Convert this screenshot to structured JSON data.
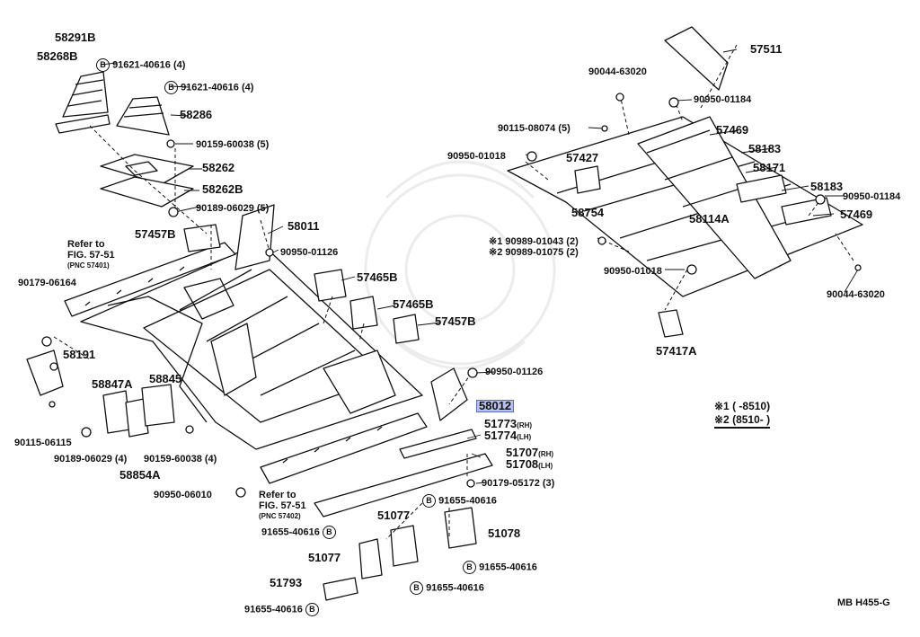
{
  "diagram": {
    "ref_code": "MB  H455-G",
    "bolt_marker": "B",
    "note_1_mark": "※1",
    "note_2_mark": "※2",
    "legend": [
      {
        "mark": "※1",
        "text": "(       -8510)"
      },
      {
        "mark": "※2",
        "text": "(8510-        )"
      }
    ],
    "refers": [
      {
        "line1": "Refer to",
        "line2": "FIG. 57-51",
        "line3": "(PNC 57401)"
      },
      {
        "line1": "Refer to",
        "line2": "FIG. 57-51",
        "line3": "(PNC 57402)"
      }
    ],
    "parts": {
      "p58291B": "58291B",
      "p58268B": "58268B",
      "p91621a": "91621-40616 (4)",
      "p91621b": "91621-40616 (4)",
      "p58286": "58286",
      "p90159a": "90159-60038 (5)",
      "p58262": "58262",
      "p58262B": "58262B",
      "p90189a": "90189-06029 (5)",
      "p58011": "58011",
      "p57457Ba": "57457B",
      "p90950_01126a": "90950-01126",
      "p57465Ba": "57465B",
      "p57465Bb": "57465B",
      "p57457Bb": "57457B",
      "p90179_06164": "90179-06164",
      "p58191": "58191",
      "p58847A": "58847A",
      "p58845": "58845",
      "p90115_06115": "90115-06115",
      "p90189b": "90189-06029 (4)",
      "p90159b": "90159-60038 (4)",
      "p58854A": "58854A",
      "p90950_06010": "90950-06010",
      "p90950_01126b": "90950-01126",
      "p58012": "58012",
      "p51773": "51773",
      "p51773s": "(RH)",
      "p51774": "51774",
      "p51774s": "(LH)",
      "p51707": "51707",
      "p51707s": "(RH)",
      "p51708": "51708",
      "p51708s": "(LH)",
      "p90179_05172": "90179-05172 (3)",
      "p91655a": "91655-40616",
      "p51077a": "51077",
      "p51077b": "51077",
      "p91655b": "91655-40616",
      "p51078": "51078",
      "p91655c": "91655-40616",
      "p91655d": "91655-40616",
      "p51793": "51793",
      "p91655e": "91655-40616",
      "p57511": "57511",
      "p90044a": "90044-63020",
      "p90950_01184a": "90950-01184",
      "p90115_08074": "90115-08074 (5)",
      "p57469a": "57469",
      "p58183a": "58183",
      "p90950_01018a": "90950-01018",
      "p57427": "57427",
      "p58171": "58171",
      "p58183b": "58183",
      "p90950_01184b": "90950-01184",
      "p58754": "58754",
      "p58114A": "58114A",
      "p57469b": "57469",
      "p90989_01043": "90989-01043 (2)",
      "p90989_01075": "90989-01075 (2)",
      "p90950_01018b": "90950-01018",
      "p90044b": "90044-63020",
      "p57417A": "57417A"
    }
  }
}
